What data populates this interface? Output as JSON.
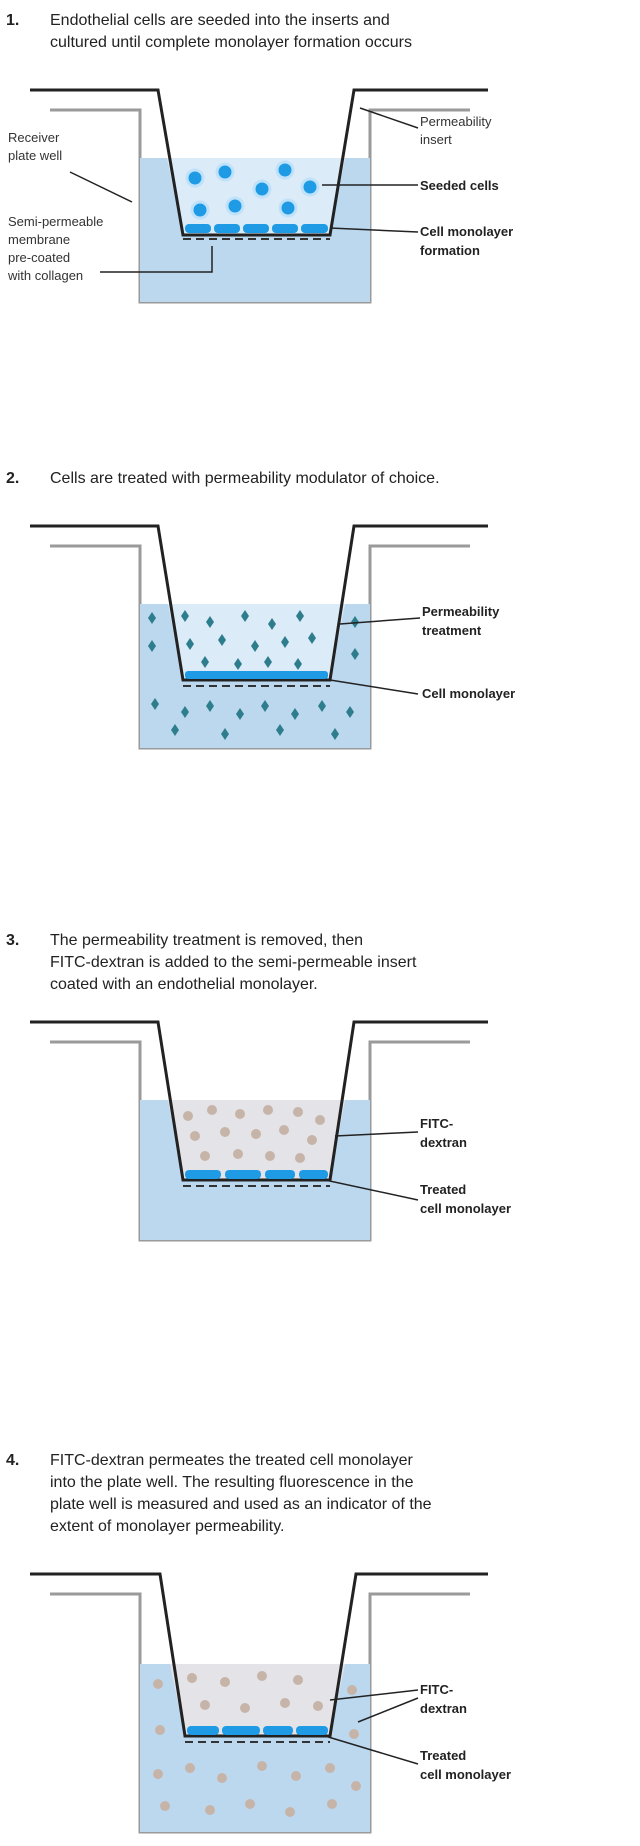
{
  "steps": [
    {
      "number": "1.",
      "lines": [
        "Endothelial cells are seeded into the inserts and",
        "cultured until complete monolayer formation occurs"
      ],
      "left_labels": [
        "Receiver",
        "plate well",
        "Semi-permeable",
        "membrane",
        "pre-coated",
        "with collagen"
      ],
      "right_labels": [
        "Permeability",
        "insert",
        "Seeded cells",
        "Cell monolayer",
        "formation"
      ]
    },
    {
      "number": "2.",
      "lines": [
        "Cells are treated with permeability modulator of choice."
      ],
      "right_labels": [
        "Permeability",
        "treatment",
        "Cell monolayer"
      ]
    },
    {
      "number": "3.",
      "lines": [
        "The permeability treatment is removed, then",
        "FITC-dextran is added to the semi-permeable insert",
        "coated with an endothelial monolayer."
      ],
      "right_labels": [
        "FITC-",
        "dextran",
        "Treated",
        "cell monolayer"
      ]
    },
    {
      "number": "4.",
      "lines": [
        "FITC-dextran permeates the treated cell monolayer",
        "into the plate well. The resulting fluorescence in the",
        "plate well is measured and used as an indicator of the",
        "extent of monolayer permeability."
      ],
      "right_labels": [
        "FITC-",
        "dextran",
        "Treated",
        "cell monolayer"
      ]
    }
  ],
  "colors": {
    "well_fill": "#bcd8ef",
    "insert_fill": "#dcebf8",
    "cell_blue": "#1f9be6",
    "modulator": "#2e7d8c",
    "dextran": "#c7b4a8",
    "line": "#222222",
    "wall_gray": "#9a9a9a"
  }
}
